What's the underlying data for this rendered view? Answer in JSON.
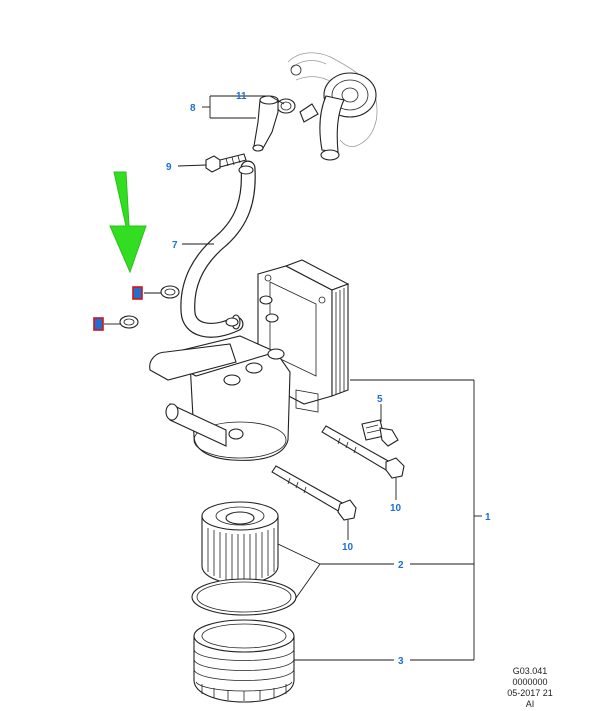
{
  "callouts": {
    "c1": "1",
    "c2": "2",
    "c3": "3",
    "c5": "5",
    "c7": "7",
    "c8": "8",
    "c9": "9",
    "c10a": "10",
    "c10b": "10",
    "c11": "11"
  },
  "footer": {
    "code": "G03.041",
    "serial": "0000000",
    "date": "05-2017 21",
    "suffix": "AI"
  },
  "colors": {
    "callout": "#1e6fd0",
    "highlight_box": "#dd1111",
    "arrow": "#33dd22"
  }
}
